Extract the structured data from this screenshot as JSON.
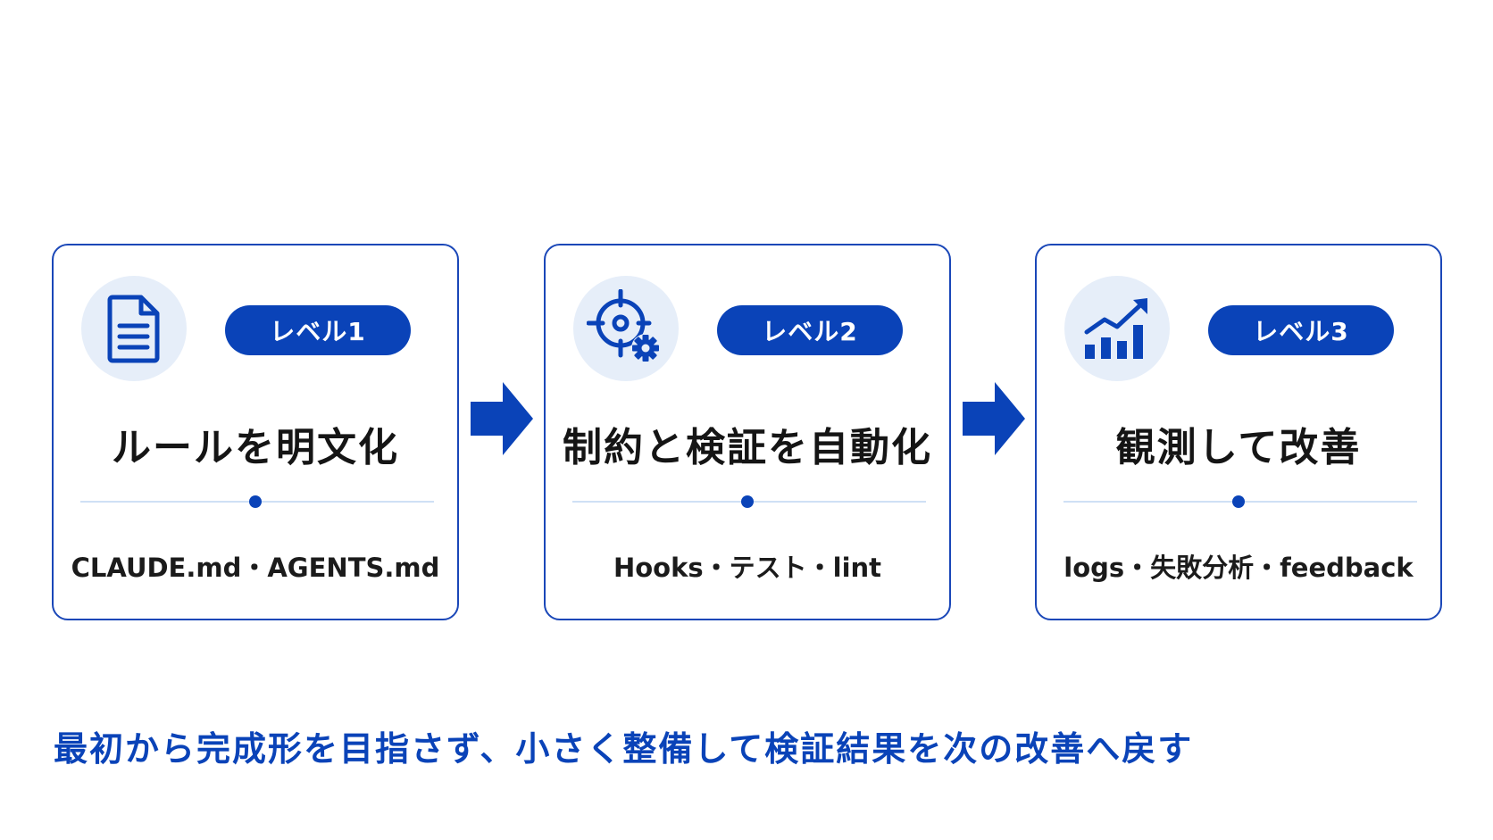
{
  "steps": [
    {
      "level": "レベル1",
      "title": "ルールを明文化",
      "subtitle": "CLAUDE.md・AGENTS.md",
      "icon": "document-icon"
    },
    {
      "level": "レベル2",
      "title": "制約と検証を自動化",
      "subtitle": "Hooks・テスト・lint",
      "icon": "target-gear-icon"
    },
    {
      "level": "レベル3",
      "title": "観測して改善",
      "subtitle": "logs・失敗分析・feedback",
      "icon": "growth-chart-icon"
    }
  ],
  "footer": "最初から完成形を目指さず、小さく整備して検証結果を次の改善へ戻す",
  "colors": {
    "accent": "#0a43b8",
    "icon_bg": "#e6eef9",
    "divider": "#cfe0f5",
    "text": "#151515"
  }
}
